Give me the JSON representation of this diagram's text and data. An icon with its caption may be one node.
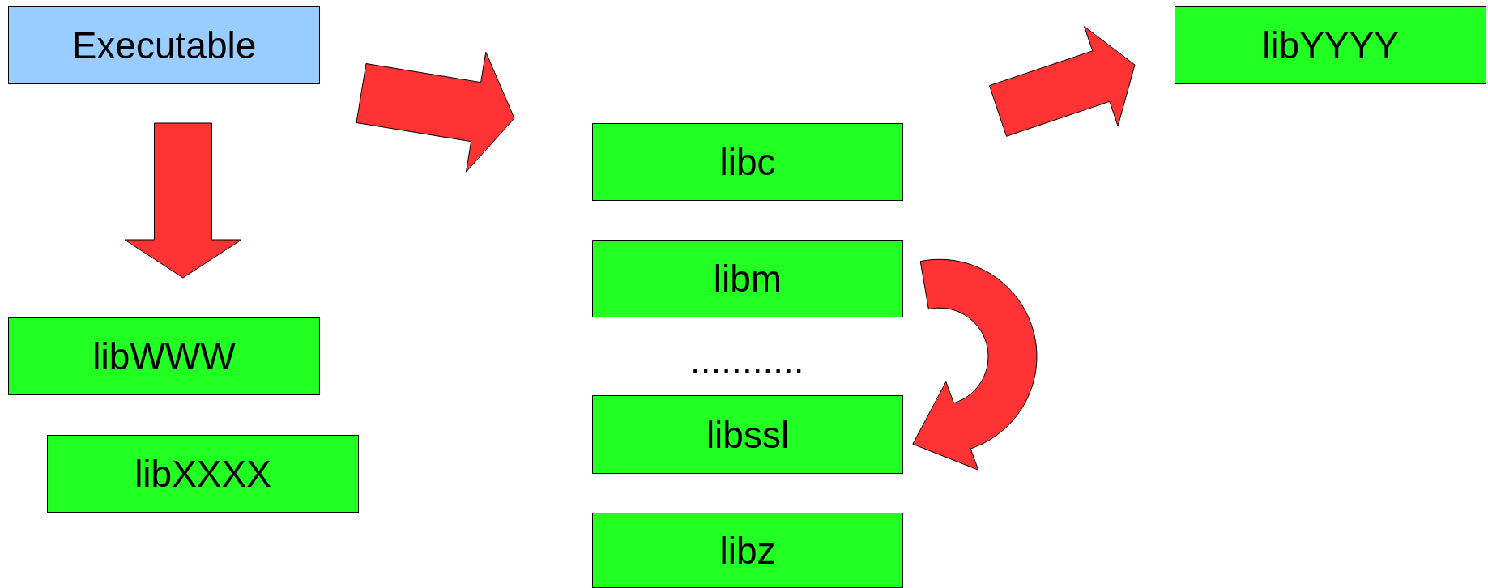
{
  "diagram": {
    "nodes": [
      {
        "text": [
          "Executable"
        ]
      },
      {
        "text": [
          "libYYYY"
        ]
      },
      {
        "text": [
          "libWWW"
        ]
      },
      {
        "text": [
          "libXXXX"
        ]
      },
      {
        "text": [
          "libc"
        ]
      },
      {
        "text": [
          "libm"
        ]
      },
      {
        "text": [
          "libssl"
        ]
      },
      {
        "text": [
          "libz"
        ]
      }
    ],
    "edges": [
      {
        "from": 0,
        "to": 2,
        "arrow": "to"
      },
      {
        "from": 0,
        "to": 4,
        "arrow": "to"
      },
      {
        "from": 4,
        "to": 1,
        "arrow": "to"
      },
      {
        "from": 5,
        "to": 6,
        "arrow": "to"
      }
    ],
    "labels": [
      "..........."
    ]
  }
}
